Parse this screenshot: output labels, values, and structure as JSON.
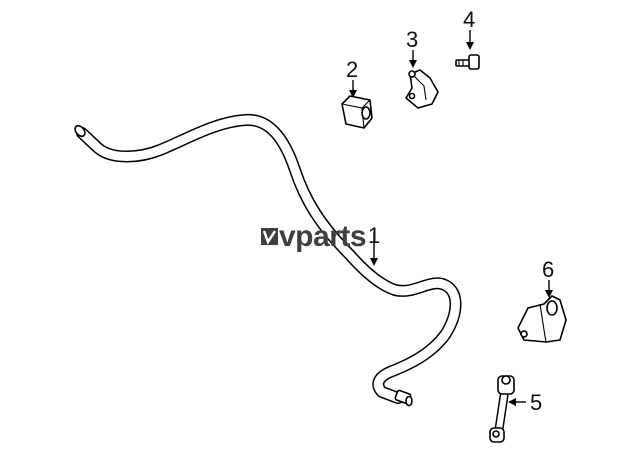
{
  "watermark": {
    "text": "vparts",
    "mark": "logo-mark"
  },
  "callouts": [
    {
      "id": "1",
      "label": "1"
    },
    {
      "id": "2",
      "label": "2"
    },
    {
      "id": "3",
      "label": "3"
    },
    {
      "id": "4",
      "label": "4"
    },
    {
      "id": "5",
      "label": "5"
    },
    {
      "id": "6",
      "label": "6"
    }
  ],
  "colors": {
    "line": "#000000",
    "background": "#ffffff",
    "watermark": "#3f3f3f"
  }
}
